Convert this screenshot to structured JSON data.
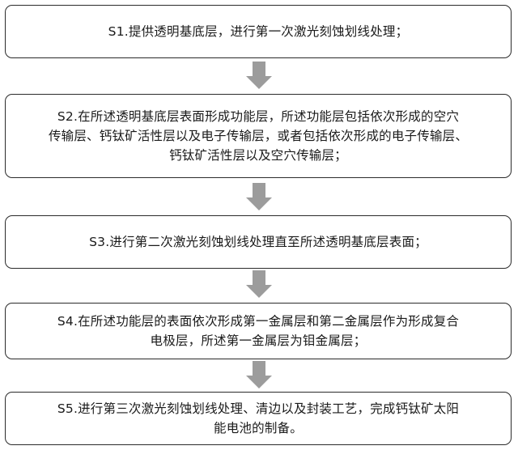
{
  "steps": [
    {
      "id": "s1",
      "lines": [
        "S1.提供透明基底层，进行第一次激光刻蚀划线处理；"
      ]
    },
    {
      "id": "s2",
      "lines": [
        "S2.在所述透明基底层表面形成功能层，所述功能层包括依次形成的空穴",
        "传输层、钙钛矿活性层以及电子传输层，或者包括依次形成的电子传输层、",
        "钙钛矿活性层以及空穴传输层；"
      ]
    },
    {
      "id": "s3",
      "lines": [
        "S3.进行第二次激光刻蚀划线处理直至所述透明基底层表面；"
      ]
    },
    {
      "id": "s4",
      "lines": [
        "S4.在所述功能层的表面依次形成第一金属层和第二金属层作为形成复合",
        "电极层，所述第一金属层为钼金属层；"
      ]
    },
    {
      "id": "s5",
      "lines": [
        "S5.进行第三次激光刻蚀划线处理、清边以及封装工艺，完成钙钛矿太阳",
        "能电池的制备。"
      ]
    }
  ],
  "colors": {
    "border": "#2b2b2b",
    "arrow": "#9c9c9c",
    "text": "#1a1a1a"
  }
}
